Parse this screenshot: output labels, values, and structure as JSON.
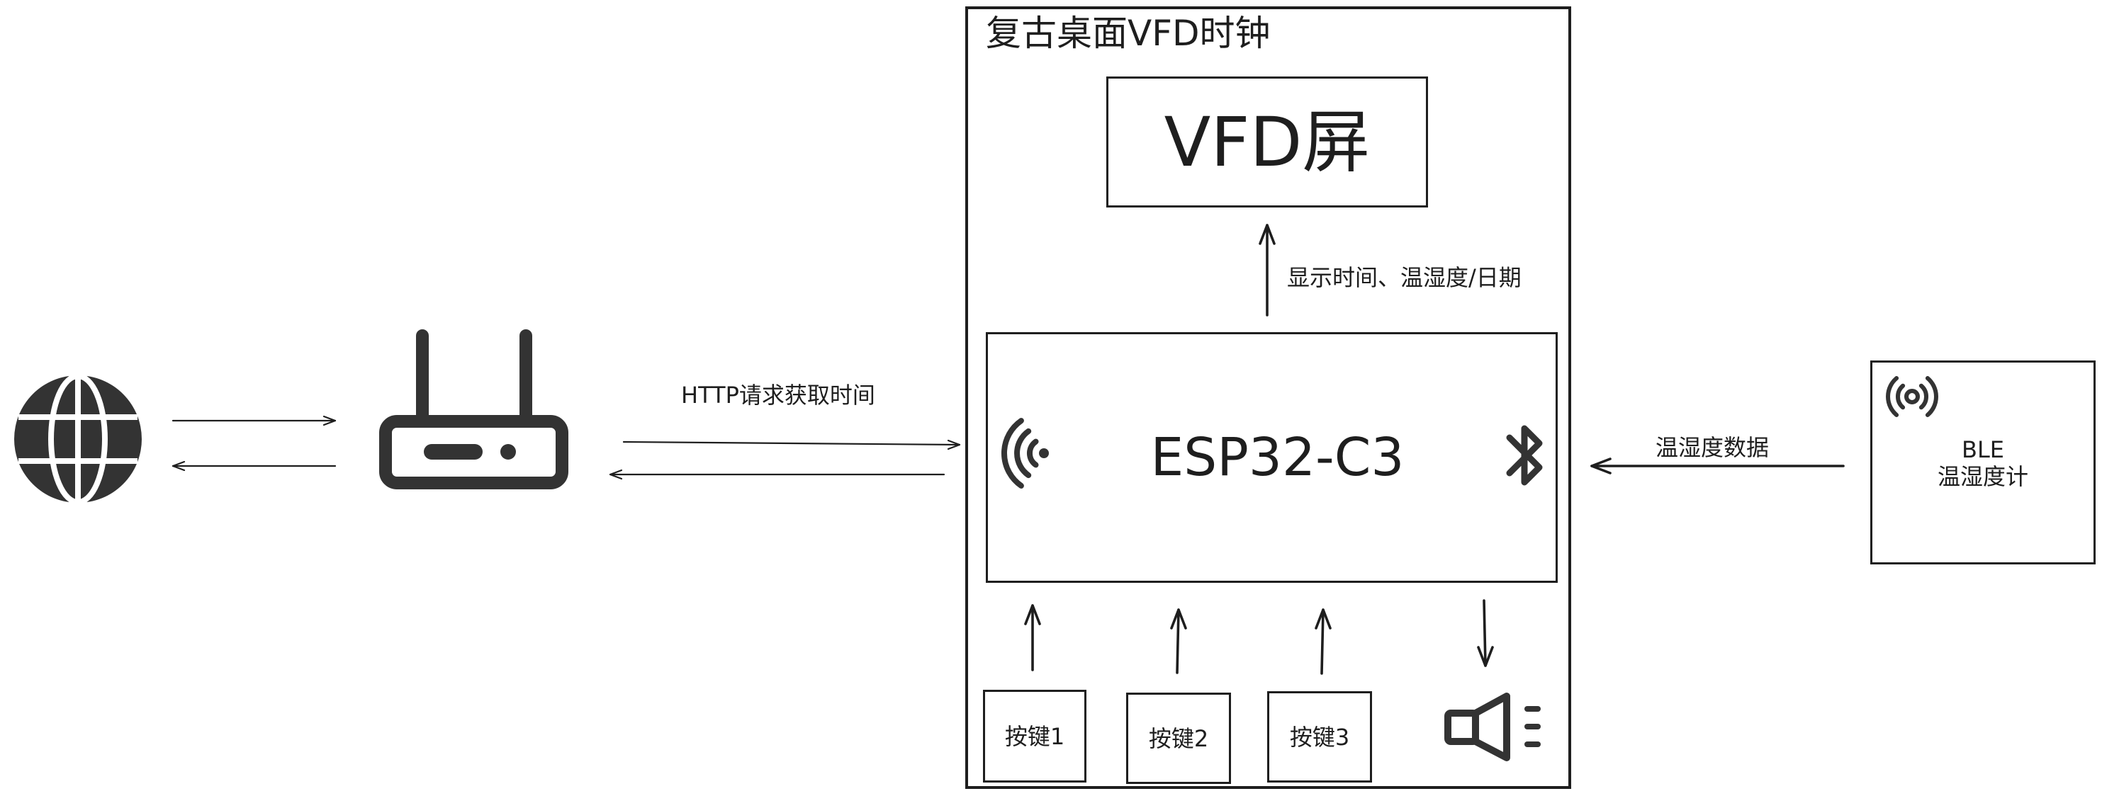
{
  "colors": {
    "stroke": "#1e1e1e",
    "icon": "#333333",
    "background": "#ffffff"
  },
  "internet": {
    "icon": "globe-icon"
  },
  "router": {
    "icon": "router-icon"
  },
  "connections": {
    "http_request": "HTTP请求获取时间",
    "display_info": "显示时间、温湿度/日期",
    "ble_data": "温湿度数据"
  },
  "device": {
    "title": "复古桌面VFD时钟",
    "vfd_screen": {
      "label": "VFD屏"
    },
    "mcu": {
      "label": "ESP32-C3",
      "left_icon": "wifi-icon",
      "right_icon": "bluetooth-icon"
    },
    "keys": [
      {
        "label": "按键1"
      },
      {
        "label": "按键2"
      },
      {
        "label": "按键3"
      }
    ],
    "speaker": {
      "icon": "speaker-icon"
    }
  },
  "sensor": {
    "icon": "broadcast-icon",
    "line1": "BLE",
    "line2": "温湿度计"
  }
}
